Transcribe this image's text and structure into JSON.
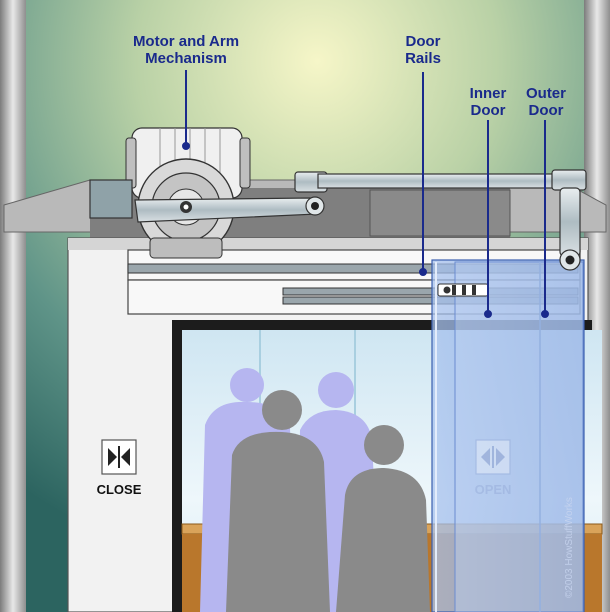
{
  "labels": {
    "motor_line1": "Motor and Arm",
    "motor_line2": "Mechanism",
    "rails_line1": "Door",
    "rails_line2": "Rails",
    "inner_line1": "Inner",
    "inner_line2": "Door",
    "outer_line1": "Outer",
    "outer_line2": "Door"
  },
  "buttons": {
    "close": "CLOSE",
    "open": "OPEN"
  },
  "watermark": "©2003 HowStuffWorks",
  "colors": {
    "label_text": "#1a2a8c",
    "leader_line": "#1a2a8c",
    "door_glass": "#8fb0e6",
    "shaft_wall": "#2f6f6a",
    "people_front": "#8a8a8a",
    "people_back": "#b6b6f0",
    "floor_wood": "#b9772c"
  }
}
